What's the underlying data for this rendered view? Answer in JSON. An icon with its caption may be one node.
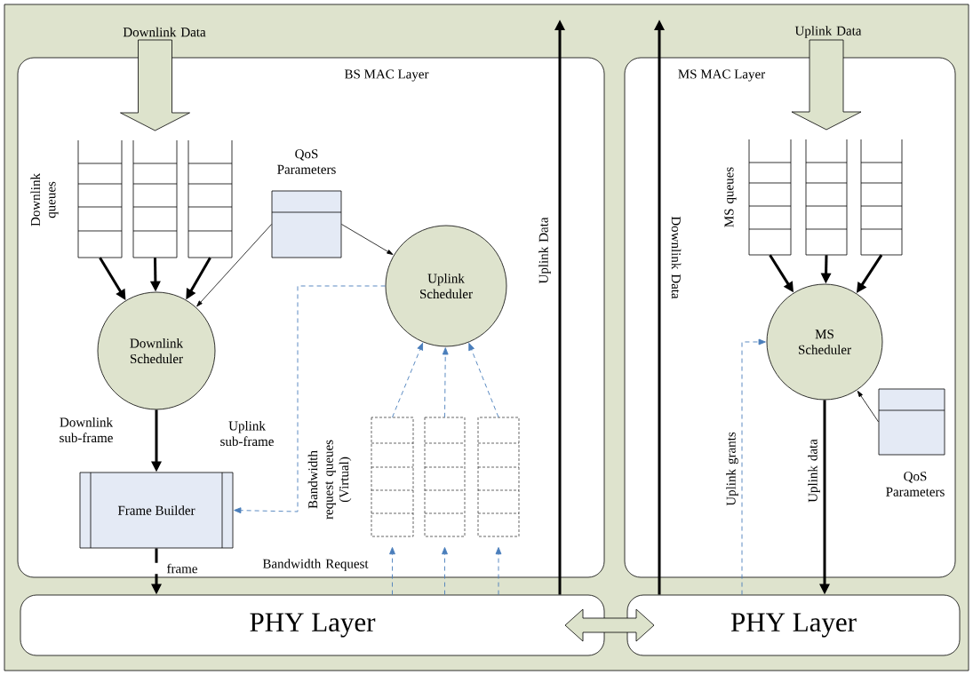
{
  "diagram": {
    "nodes": [
      {
        "text": [
          "BS MAC Layer"
        ]
      },
      {
        "text": [],
        "shape": "box",
        "in": 0
      },
      {
        "text": [],
        "shape": "box",
        "in": 0
      },
      {
        "text": [],
        "shape": "box",
        "in": 0
      },
      {
        "text": [
          "QoS Parameters"
        ],
        "in": 0
      },
      {
        "text": [
          "Uplink Scheduler"
        ],
        "in": 0
      },
      {
        "text": [
          "Downlink Scheduler"
        ],
        "in": 0
      },
      {
        "text": [],
        "shape": "box",
        "in": 0
      },
      {
        "text": [],
        "shape": "box",
        "in": 0
      },
      {
        "text": [],
        "shape": "box",
        "in": 0
      },
      {
        "text": [
          "Frame Builder"
        ],
        "in": 0
      },
      {
        "text": [
          "MS MAC Layer"
        ]
      },
      {
        "text": [],
        "shape": "box",
        "in": 11
      },
      {
        "text": [],
        "shape": "box",
        "in": 11
      },
      {
        "text": [],
        "shape": "box",
        "in": 11
      },
      {
        "text": [
          "MS Scheduler"
        ],
        "in": 11
      },
      {
        "text": [
          "QoS Parameters"
        ],
        "in": 11
      },
      {
        "text": [
          "PHY Layer"
        ]
      },
      {
        "text": [
          "PHY Layer"
        ]
      }
    ],
    "edges": [
      {
        "from": null,
        "to": 2,
        "arrow": "to",
        "label": "Downlink Data",
        "color": "#dde3cc"
      },
      {
        "from": null,
        "to": 13,
        "arrow": "to",
        "label": "Uplink Data",
        "color": "#dde3cc"
      },
      {
        "from": 1,
        "to": 6,
        "arrow": "to",
        "style": "thick"
      },
      {
        "from": 2,
        "to": 6,
        "arrow": "to",
        "style": "thick"
      },
      {
        "from": 3,
        "to": 6,
        "arrow": "to",
        "style": "thick"
      },
      {
        "from": 4,
        "to": 6,
        "arrow": "to"
      },
      {
        "from": 4,
        "to": 5,
        "arrow": "to"
      },
      {
        "from": 5,
        "to": 10,
        "arrow": "to",
        "label": "Uplink sub-frame",
        "style": "dashed",
        "color": "#4a7ebb"
      },
      {
        "from": 7,
        "to": 5,
        "arrow": "to",
        "style": "dashed",
        "color": "#4a7ebb"
      },
      {
        "from": 8,
        "to": 5,
        "arrow": "to",
        "style": "dashed",
        "color": "#4a7ebb"
      },
      {
        "from": 9,
        "to": 5,
        "arrow": "to",
        "style": "dashed",
        "color": "#4a7ebb"
      },
      {
        "from": 6,
        "to": 10,
        "arrow": "to",
        "label": "Downlink sub-frame",
        "style": "thick"
      },
      {
        "from": 10,
        "to": 17,
        "arrow": "to",
        "label": "frame",
        "style": "thick"
      },
      {
        "from": 17,
        "to": 7,
        "arrow": "to",
        "label": "Bandwidth Request",
        "style": "dashed",
        "color": "#4a7ebb"
      },
      {
        "from": 17,
        "to": 8,
        "arrow": "to",
        "style": "dashed",
        "color": "#4a7ebb"
      },
      {
        "from": 17,
        "to": 9,
        "arrow": "to",
        "style": "dashed",
        "color": "#4a7ebb"
      },
      {
        "from": 17,
        "to": null,
        "arrow": "to",
        "label": "Uplink Data",
        "style": "thick"
      },
      {
        "from": 18,
        "to": null,
        "arrow": "to",
        "label": "Downlink Data",
        "style": "thick"
      },
      {
        "from": 12,
        "to": 15,
        "arrow": "to",
        "style": "thick"
      },
      {
        "from": 13,
        "to": 15,
        "arrow": "to",
        "style": "thick"
      },
      {
        "from": 14,
        "to": 15,
        "arrow": "to",
        "style": "thick"
      },
      {
        "from": 16,
        "to": 15,
        "arrow": "to"
      },
      {
        "from": 18,
        "to": 15,
        "arrow": "to",
        "label": "Uplink grants",
        "style": "dashed",
        "color": "#4a7ebb"
      },
      {
        "from": 15,
        "to": 18,
        "arrow": "to",
        "label": "Uplink data",
        "style": "thick"
      },
      {
        "from": 17,
        "to": 18,
        "arrow": "both",
        "color": "#dde3cc"
      }
    ],
    "labels": [
      "Downlink queues",
      "Bandwidth request queues (Virtual)",
      "MS queues"
    ]
  }
}
